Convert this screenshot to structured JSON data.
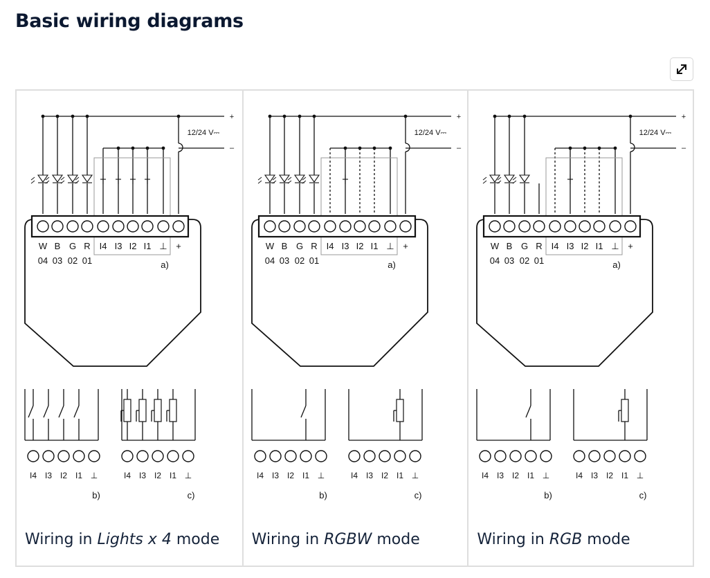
{
  "page": {
    "title": "Basic wiring diagrams"
  },
  "toolbar": {
    "expand_icon": "expand-arrows-icon"
  },
  "common": {
    "supply_label": "12/24 V⎓",
    "plus": "+",
    "minus": "–",
    "terminal_labels": [
      "W",
      "B",
      "G",
      "R",
      "I4",
      "I3",
      "I2",
      "I1",
      "⊥",
      "+"
    ],
    "output_numbers": [
      "04",
      "03",
      "02",
      "01"
    ],
    "input_labels": [
      "I4",
      "I3",
      "I2",
      "I1",
      "⊥"
    ],
    "label_a": "a)",
    "label_b": "b)",
    "label_c": "c)"
  },
  "panels": [
    {
      "id": "lights",
      "caption_prefix": "Wiring in ",
      "caption_mode": "Lights x 4",
      "caption_suffix": " mode",
      "leds": 4,
      "inputs": 4
    },
    {
      "id": "rgbw",
      "caption_prefix": "Wiring in ",
      "caption_mode": "RGBW",
      "caption_suffix": " mode",
      "leds": 4,
      "inputs": 1
    },
    {
      "id": "rgb",
      "caption_prefix": "Wiring in ",
      "caption_mode": "RGB",
      "caption_suffix": " mode",
      "leds": 3,
      "inputs": 1
    }
  ]
}
